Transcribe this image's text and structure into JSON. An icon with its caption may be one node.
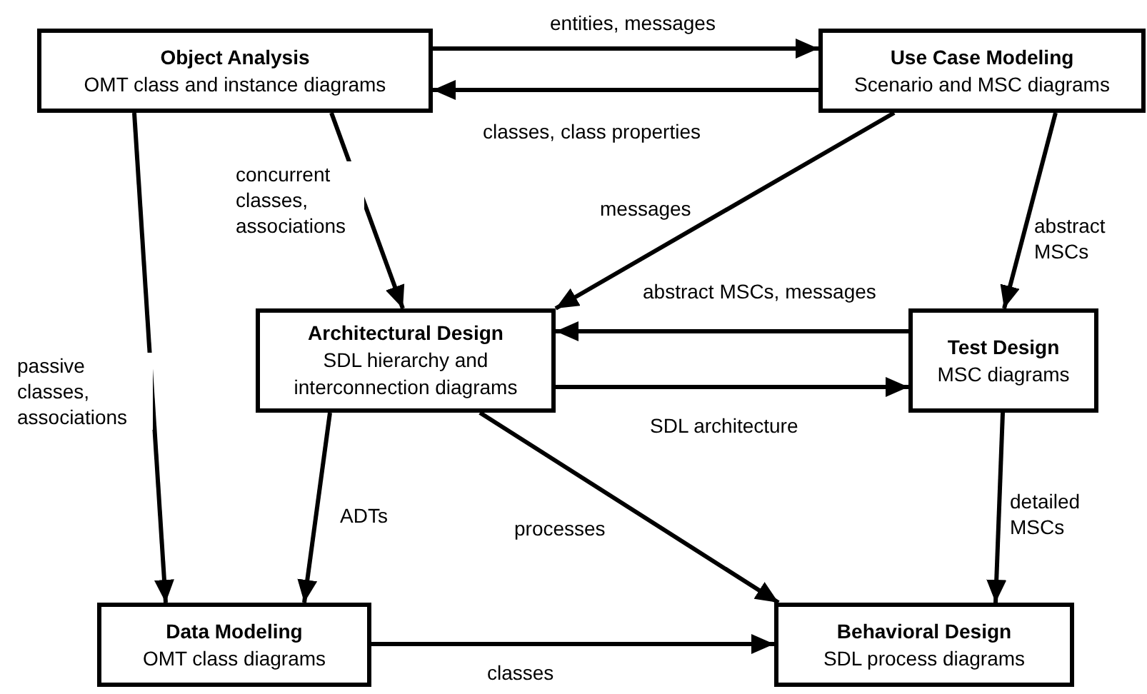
{
  "diagram": {
    "nodes": [
      {
        "text": [
          "Object Analysis",
          "OMT class and instance diagrams"
        ]
      },
      {
        "text": [
          "Use Case Modeling",
          "Scenario and MSC diagrams"
        ]
      },
      {
        "text": [
          "Architectural Design",
          "SDL hierarchy and interconnection diagrams"
        ]
      },
      {
        "text": [
          "Test Design",
          "MSC diagrams"
        ]
      },
      {
        "text": [
          "Data Modeling",
          "OMT class diagrams"
        ]
      },
      {
        "text": [
          "Behavioral Design",
          "SDL process diagrams"
        ]
      }
    ],
    "edges": [
      {
        "from": 0,
        "to": 1,
        "arrow": "to",
        "label": "entities, messages"
      },
      {
        "from": 1,
        "to": 0,
        "arrow": "to",
        "label": "classes, class properties"
      },
      {
        "from": 0,
        "to": 2,
        "arrow": "to",
        "label": "concurrent classes, associations"
      },
      {
        "from": 1,
        "to": 2,
        "arrow": "to",
        "label": "messages"
      },
      {
        "from": 1,
        "to": 3,
        "arrow": "to",
        "label": "abstract MSCs"
      },
      {
        "from": 3,
        "to": 2,
        "arrow": "to",
        "label": "abstract MSCs, messages"
      },
      {
        "from": 2,
        "to": 3,
        "arrow": "to",
        "label": "SDL architecture"
      },
      {
        "from": 0,
        "to": 4,
        "arrow": "to",
        "label": "passive classes, associations"
      },
      {
        "from": 2,
        "to": 4,
        "arrow": "to",
        "label": "ADTs"
      },
      {
        "from": 2,
        "to": 5,
        "arrow": "to",
        "label": "processes"
      },
      {
        "from": 3,
        "to": 5,
        "arrow": "to",
        "label": "detailed MSCs"
      },
      {
        "from": 4,
        "to": 5,
        "arrow": "to",
        "label": "classes"
      }
    ]
  }
}
